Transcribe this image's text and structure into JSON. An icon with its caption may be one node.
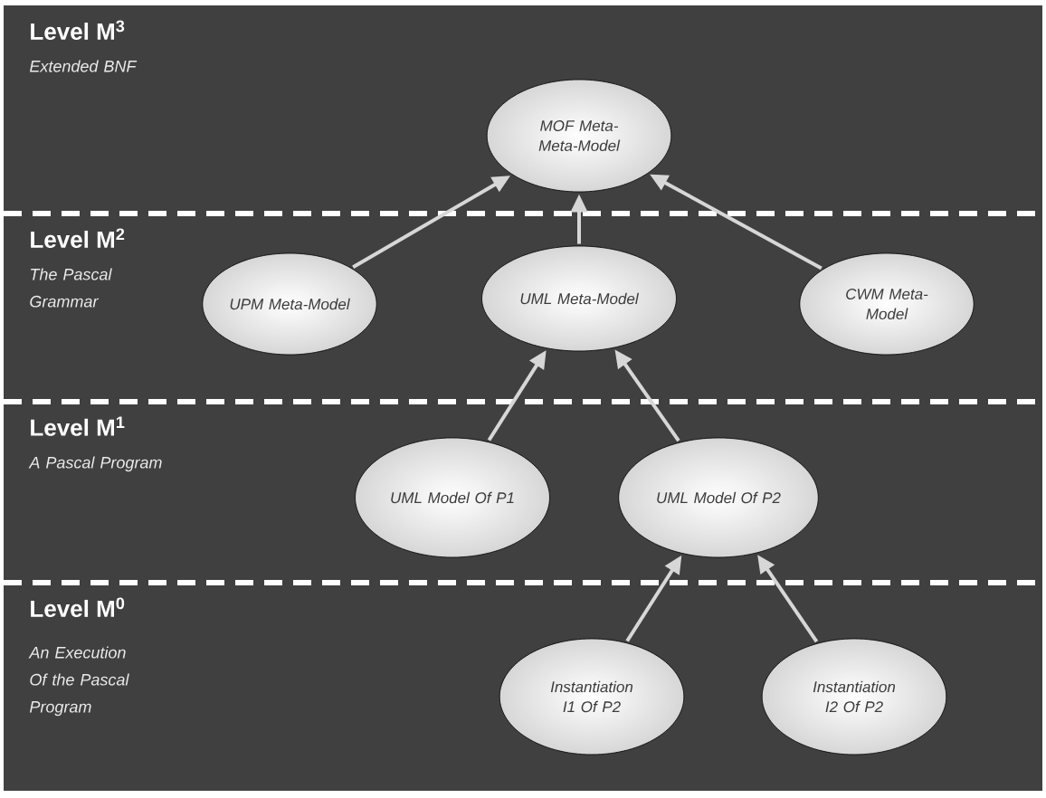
{
  "diagram": {
    "nodes": [
      {
        "text": [
          "Level M$^{3}$",
          "Extended BNF"
        ]
      },
      {
        "text": [
          "Level M$^{2}$",
          "The Pascal Grammar"
        ]
      },
      {
        "text": [
          "Level M$^{1}$",
          "A Pascal Program"
        ]
      },
      {
        "text": [
          "Level M$^{0}$",
          "An Execution Of the Pascal Program"
        ]
      },
      {
        "text": [
          "MOF Meta-Meta-Model"
        ],
        "in": 0
      },
      {
        "text": [
          "UPM Meta-Model"
        ],
        "in": 1
      },
      {
        "text": [
          "UML Meta-Model"
        ],
        "in": 1
      },
      {
        "text": [
          "CWM Meta-Model"
        ],
        "in": 1
      },
      {
        "text": [
          "UML Model Of P1"
        ],
        "in": 2
      },
      {
        "text": [
          "UML Model Of P2"
        ],
        "in": 2
      },
      {
        "text": [
          "Instantiation I1 Of P2"
        ],
        "in": 3
      },
      {
        "text": [
          "Instantiation I2 Of P2"
        ],
        "in": 3
      }
    ],
    "edges": [
      {
        "from": 5,
        "to": 4,
        "arrow": "to"
      },
      {
        "from": 6,
        "to": 4,
        "arrow": "to"
      },
      {
        "from": 7,
        "to": 4,
        "arrow": "to"
      },
      {
        "from": 8,
        "to": 6,
        "arrow": "to"
      },
      {
        "from": 9,
        "to": 6,
        "arrow": "to"
      },
      {
        "from": 10,
        "to": 9,
        "arrow": "to"
      },
      {
        "from": 11,
        "to": 9,
        "arrow": "to"
      }
    ]
  }
}
